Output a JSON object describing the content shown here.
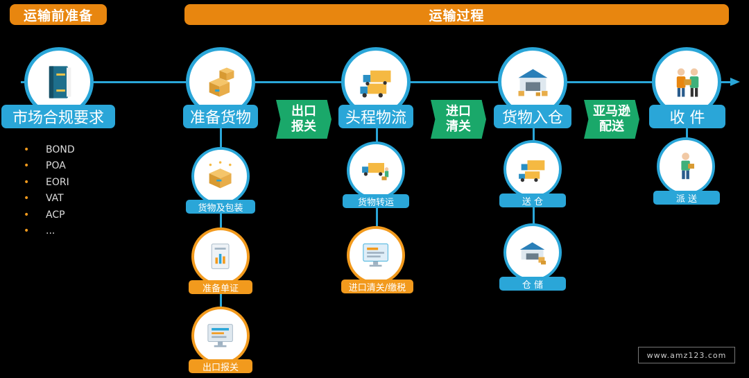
{
  "headers": {
    "pre": "运输前准备",
    "main": "运输过程"
  },
  "stages": {
    "market": "市场合规要求",
    "prepare": "准备货物",
    "headhaul": "头程物流",
    "warehouse": "货物入仓",
    "receive": "收 件"
  },
  "tags": {
    "export_clearance": "出口\n报关",
    "import_clearance": "进口\n清关",
    "amazon_delivery": "亚马逊\n配送"
  },
  "substeps": {
    "goods_packaging": "货物及包装",
    "documents": "准备单证",
    "export_declare": "出口报关",
    "goods_transfer": "货物转运",
    "import_tax": "进口清关/缴税",
    "delivery_to_wh": "送 仓",
    "storage": "仓 储",
    "dispatch": "派 送"
  },
  "requirements": [
    "BOND",
    "POA",
    "EORI",
    "VAT",
    "ACP",
    "..."
  ],
  "watermark": "www.amz123.com",
  "colors": {
    "blue": "#2aa6d8",
    "orange": "#e8860f",
    "green": "#1aa86a"
  },
  "icons": {
    "market": "book-icon",
    "prepare": "boxes-icon",
    "headhaul": "trucks-icon",
    "warehouse": "warehouse-icon",
    "receive": "people-handover-icon",
    "goods_packaging": "package-icon",
    "documents": "document-chart-icon",
    "export_declare": "computer-form-icon",
    "goods_transfer": "truck-worker-icon",
    "import_tax": "monitor-icon",
    "delivery_to_wh": "truck-icon",
    "storage": "warehouse-boxes-icon",
    "dispatch": "courier-icon"
  }
}
